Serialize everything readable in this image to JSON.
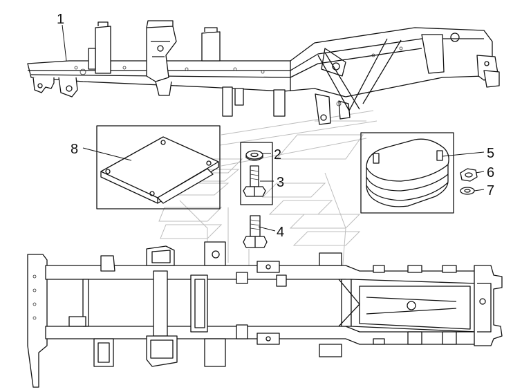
{
  "callouts": [
    {
      "id": "1",
      "text": "1"
    },
    {
      "id": "2",
      "text": "2"
    },
    {
      "id": "3",
      "text": "3"
    },
    {
      "id": "4",
      "text": "4"
    },
    {
      "id": "5",
      "text": "5"
    },
    {
      "id": "6",
      "text": "6"
    },
    {
      "id": "7",
      "text": "7"
    },
    {
      "id": "8",
      "text": "8"
    }
  ],
  "colors": {
    "line": "#111111",
    "ghost": "#bdbdbd",
    "background": "#ffffff"
  }
}
